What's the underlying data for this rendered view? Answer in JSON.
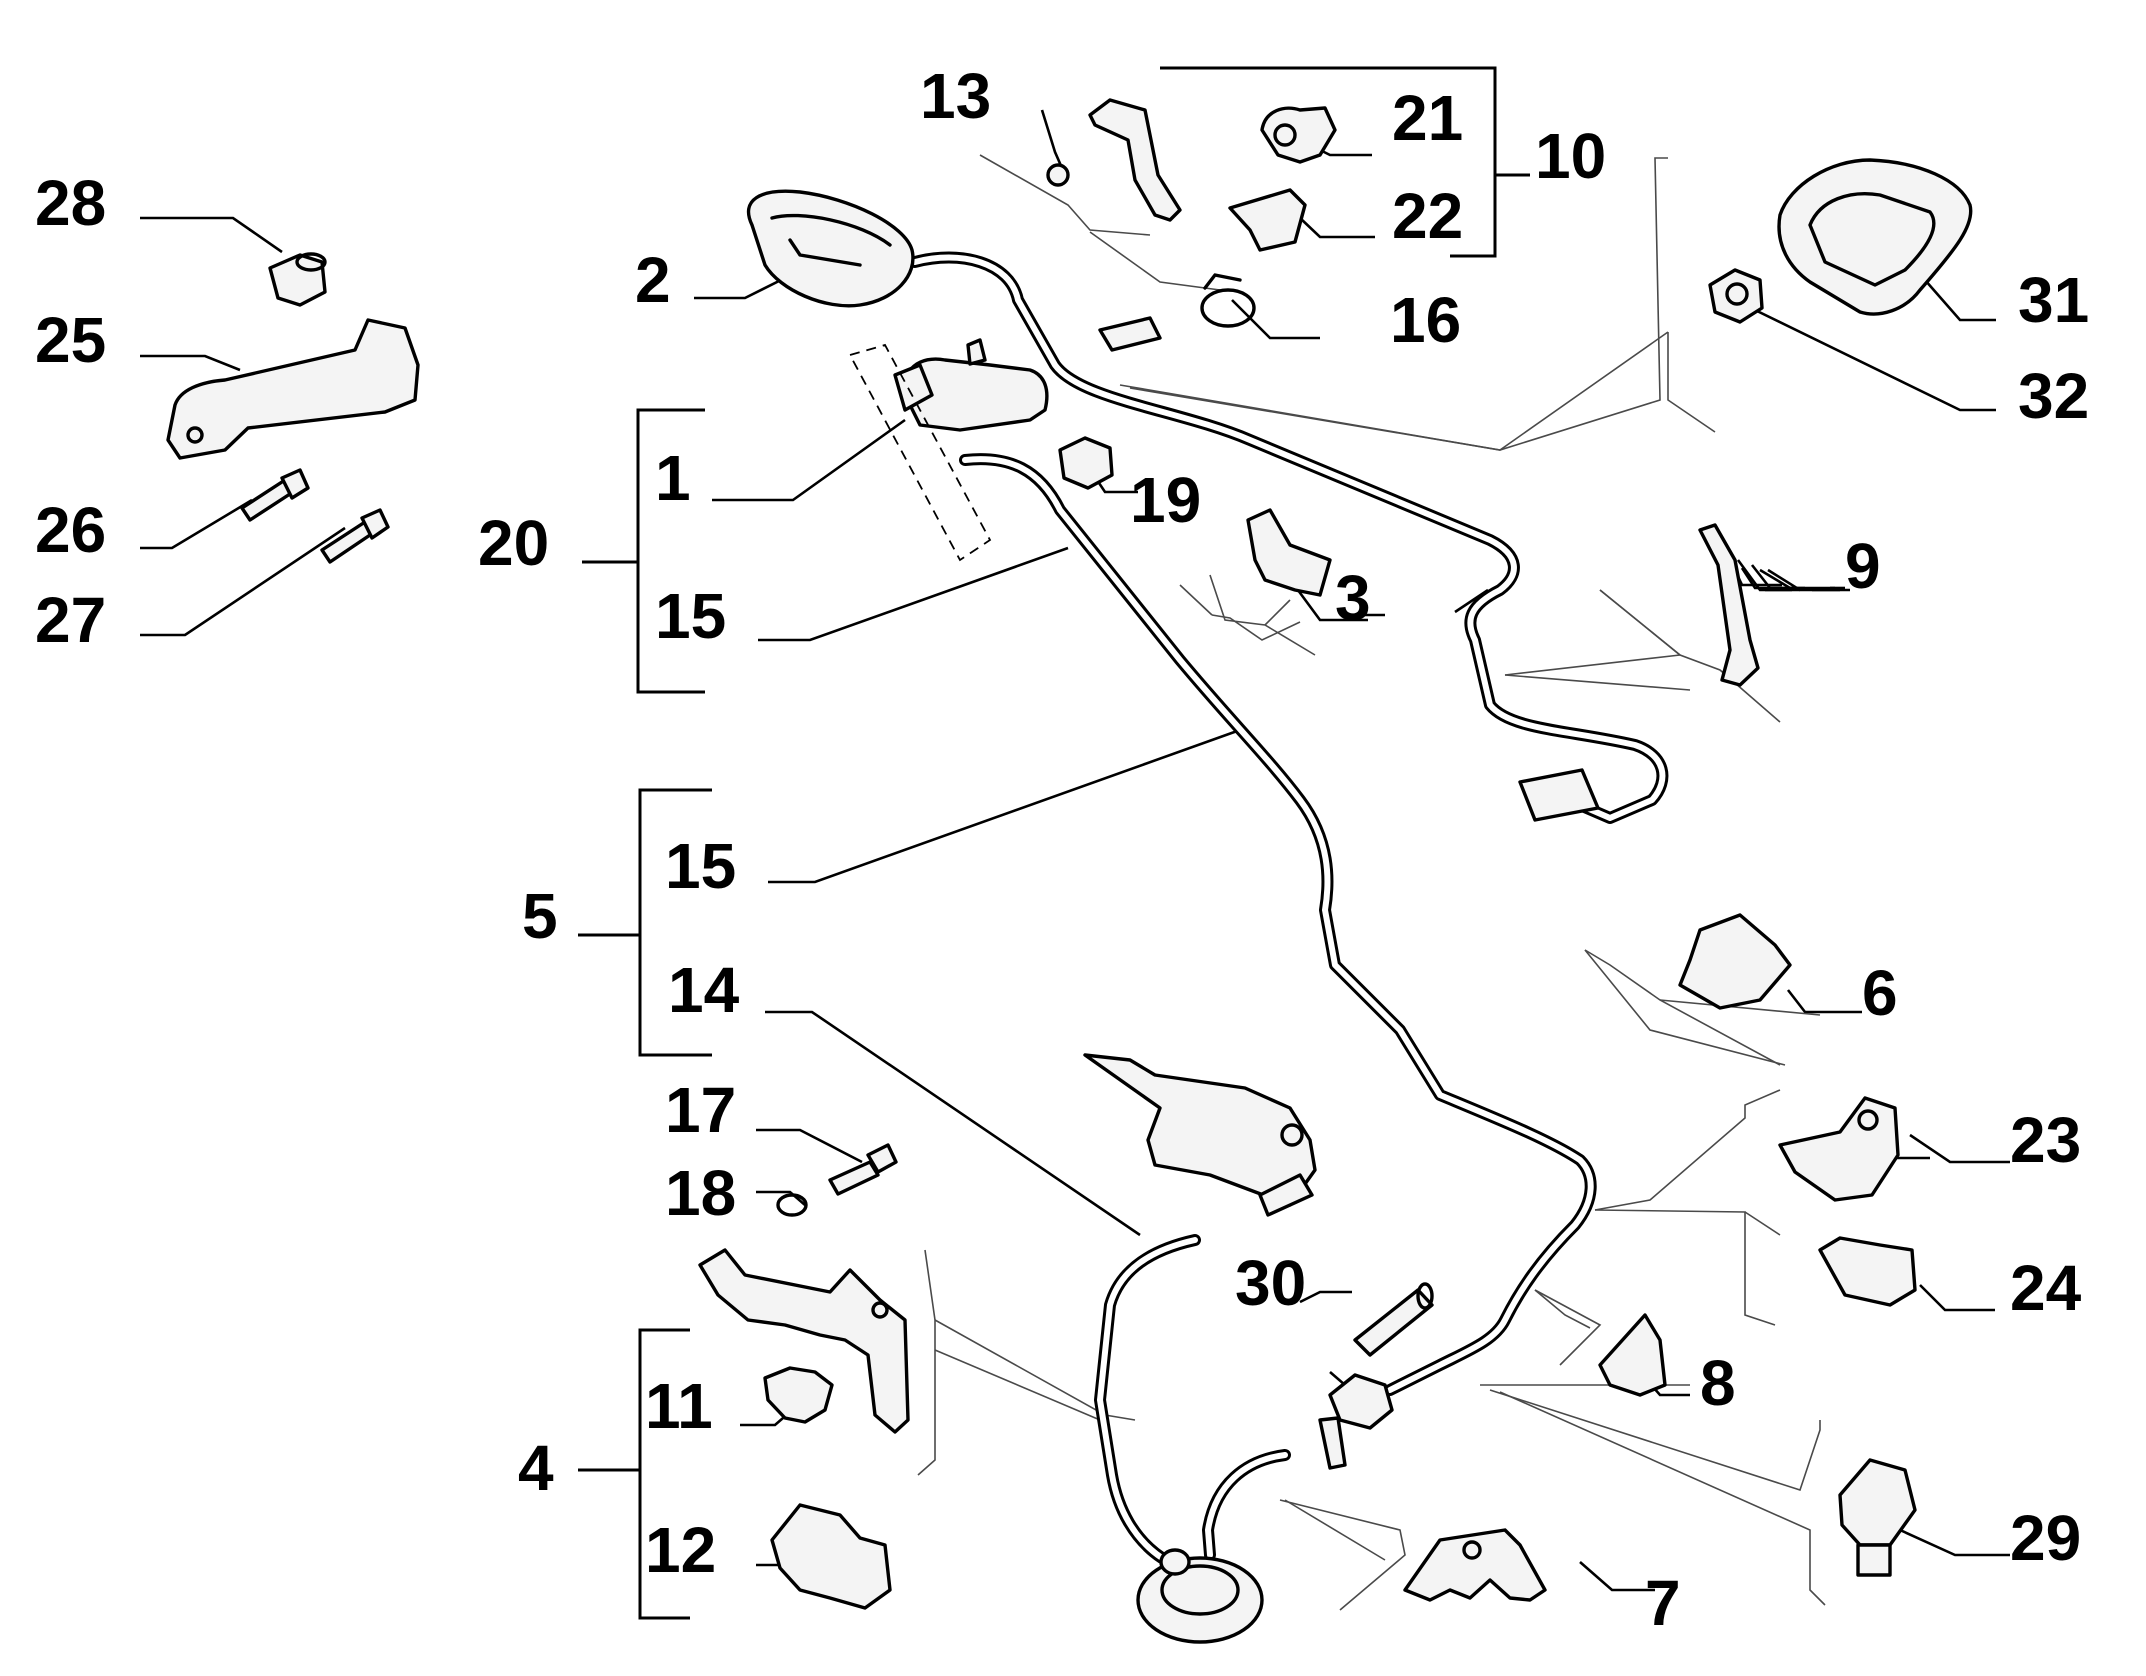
{
  "callouts": [
    {
      "id": "c1",
      "label": "1"
    },
    {
      "id": "c2",
      "label": "2"
    },
    {
      "id": "c3",
      "label": "3"
    },
    {
      "id": "c4",
      "label": "4"
    },
    {
      "id": "c5",
      "label": "5"
    },
    {
      "id": "c6",
      "label": "6"
    },
    {
      "id": "c7",
      "label": "7"
    },
    {
      "id": "c8",
      "label": "8"
    },
    {
      "id": "c9",
      "label": "9"
    },
    {
      "id": "c10",
      "label": "10"
    },
    {
      "id": "c11",
      "label": "11"
    },
    {
      "id": "c12",
      "label": "12"
    },
    {
      "id": "c13",
      "label": "13"
    },
    {
      "id": "c14",
      "label": "14"
    },
    {
      "id": "c15a",
      "label": "15"
    },
    {
      "id": "c15b",
      "label": "15"
    },
    {
      "id": "c16",
      "label": "16"
    },
    {
      "id": "c17",
      "label": "17"
    },
    {
      "id": "c18",
      "label": "18"
    },
    {
      "id": "c19",
      "label": "19"
    },
    {
      "id": "c20",
      "label": "20"
    },
    {
      "id": "c21",
      "label": "21"
    },
    {
      "id": "c22",
      "label": "22"
    },
    {
      "id": "c23",
      "label": "23"
    },
    {
      "id": "c24",
      "label": "24"
    },
    {
      "id": "c25",
      "label": "25"
    },
    {
      "id": "c26",
      "label": "26"
    },
    {
      "id": "c27",
      "label": "27"
    },
    {
      "id": "c28",
      "label": "28"
    },
    {
      "id": "c29",
      "label": "29"
    },
    {
      "id": "c30",
      "label": "30"
    },
    {
      "id": "c31",
      "label": "31"
    },
    {
      "id": "c32",
      "label": "32"
    }
  ]
}
